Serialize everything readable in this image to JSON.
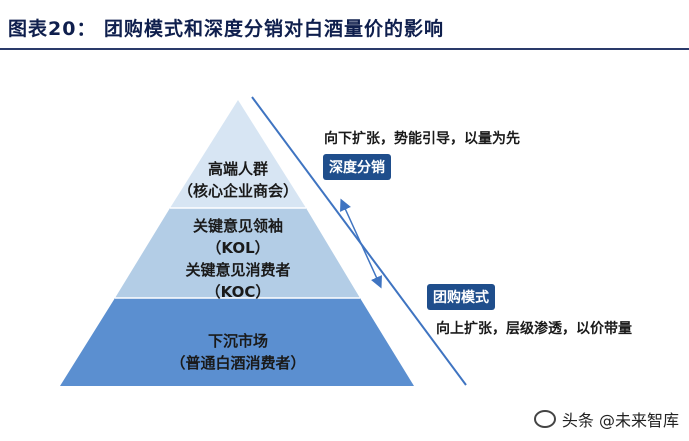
{
  "header": {
    "title": "图表20：  团购模式和深度分销对白酒量价的影响"
  },
  "pyramid": {
    "top": {
      "line1": "高端人群",
      "line2": "（核心企业商会）"
    },
    "middle": {
      "line1": "关键意见领袖",
      "line2": "（KOL）",
      "line3": "关键意见消费者",
      "line4": "（KOC）"
    },
    "bottom": {
      "line1": "下沉市场",
      "line2": "（普通白酒消费者）"
    }
  },
  "annotations": {
    "top_note": "向下扩张，势能引导，以量为先",
    "top_tag": "深度分销",
    "bottom_tag": "团购模式",
    "bottom_note": "向上扩张，层级渗透，以价带量"
  },
  "watermark": {
    "text": "头条 @未来智库"
  },
  "colors": {
    "top_layer": "#d7e5f3",
    "middle_layer": "#b3cde6",
    "bottom_layer": "#5b8fd0",
    "line": "#3f74c1",
    "tag_bg": "#1f4e8c"
  }
}
